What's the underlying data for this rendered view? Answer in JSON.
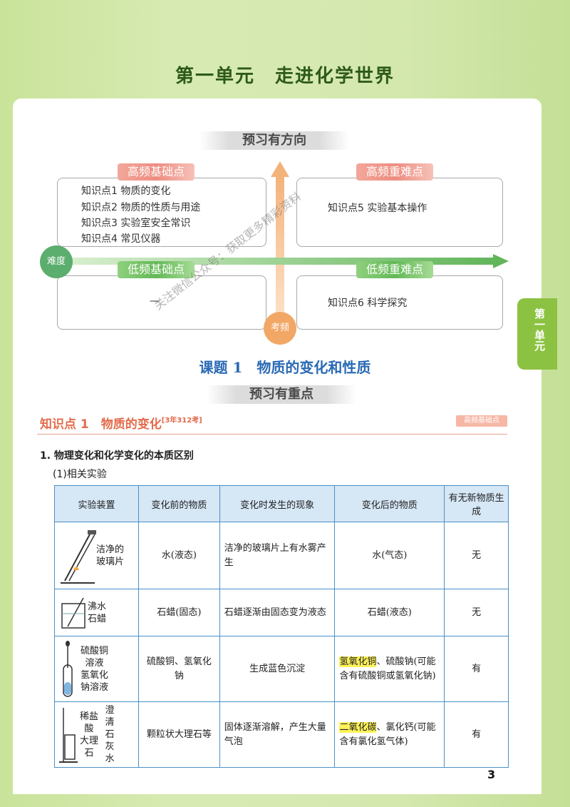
{
  "header": {
    "unit": "第一单元",
    "title": "走进化学世界"
  },
  "side_tab": "第一单元",
  "banner1": "预习有方向",
  "quadrants": {
    "high_basic": {
      "label": "高频基础点",
      "items": [
        "知识点1 物质的变化",
        "知识点2 物质的性质与用途",
        "知识点3 实验室安全常识",
        "知识点4 常见仪器"
      ]
    },
    "high_hard": {
      "label": "高频重难点",
      "items": [
        "知识点5 实验基本操作"
      ]
    },
    "low_basic": {
      "label": "低频基础点",
      "items": [
        "—"
      ]
    },
    "low_hard": {
      "label": "低频重难点",
      "items": [
        "知识点6 科学探究"
      ]
    },
    "axis_x": "难度",
    "axis_y": "考频"
  },
  "lesson_title": "课题 1　物质的变化和性质",
  "banner2": "预习有重点",
  "kp1": {
    "title": "知识点 1　物质的变化",
    "sup": "[3年312考]",
    "tag": "高频基础点"
  },
  "section1": "1. 物理变化和化学变化的本质区别",
  "section1_sub": "(1)相关实验",
  "table": {
    "headers": [
      "实验装置",
      "变化前的物质",
      "变化时发生的现象",
      "变化后的物质",
      "有无新物质生成"
    ],
    "rows": [
      {
        "apparatus": [
          "洁净的",
          "玻璃片"
        ],
        "before": "水(液态)",
        "phenomenon": "洁净的玻璃片上有水雾产生",
        "after": "水(气态)",
        "new": "无"
      },
      {
        "apparatus": [
          "沸水",
          "石蜡"
        ],
        "before": "石蜡(固态)",
        "phenomenon": "石蜡逐渐由固态变为液态",
        "after": "石蜡(液态)",
        "new": "无"
      },
      {
        "apparatus": [
          "硫酸铜",
          "溶液",
          "氢氧化",
          "钠溶液"
        ],
        "before": "硫酸铜、氢氧化钠",
        "phenomenon": "生成蓝色沉淀",
        "after_hl": "氢氧化铜",
        "after": "、硫酸钠(可能含有硫酸铜或氢氧化钠)",
        "new": "有"
      },
      {
        "apparatus": [
          "稀盐酸",
          "大理石",
          "澄清石灰水"
        ],
        "before": "颗粒状大理石等",
        "phenomenon": "固体逐渐溶解，产生大量气泡",
        "after_hl": "二氧化碳",
        "after": "、氯化钙(可能含有氯化氢气体)",
        "new": "有"
      }
    ]
  },
  "page_number": "3",
  "watermark": "关注微信公众号：获取更多精彩资料"
}
